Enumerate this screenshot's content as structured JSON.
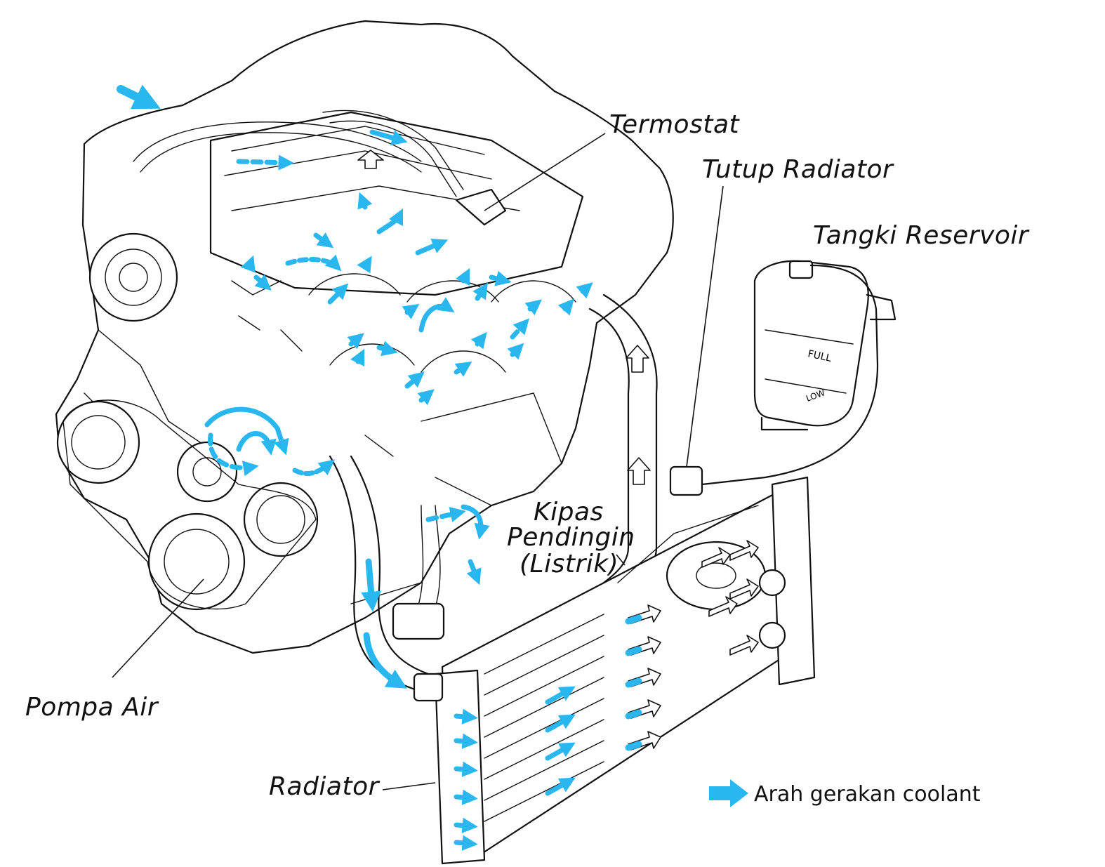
{
  "colors": {
    "coolant_arrow": "#2ab7f0",
    "line_art": "#111111",
    "background": "#ffffff"
  },
  "labels": {
    "termostat": "Termostat",
    "tutup_radiator": "Tutup Radiator",
    "tangki_reservoir": "Tangki Reservoir",
    "kipas_line1": "Kipas",
    "kipas_line2": "Pendingin",
    "kipas_line3": "(Listrik)",
    "pompa_air": "Pompa Air",
    "radiator": "Radiator"
  },
  "reservoir_marks": {
    "full": "FULL",
    "low": "LOW"
  },
  "legend": {
    "text": "Arah gerakan coolant",
    "icon": "blue-arrow-icon"
  }
}
